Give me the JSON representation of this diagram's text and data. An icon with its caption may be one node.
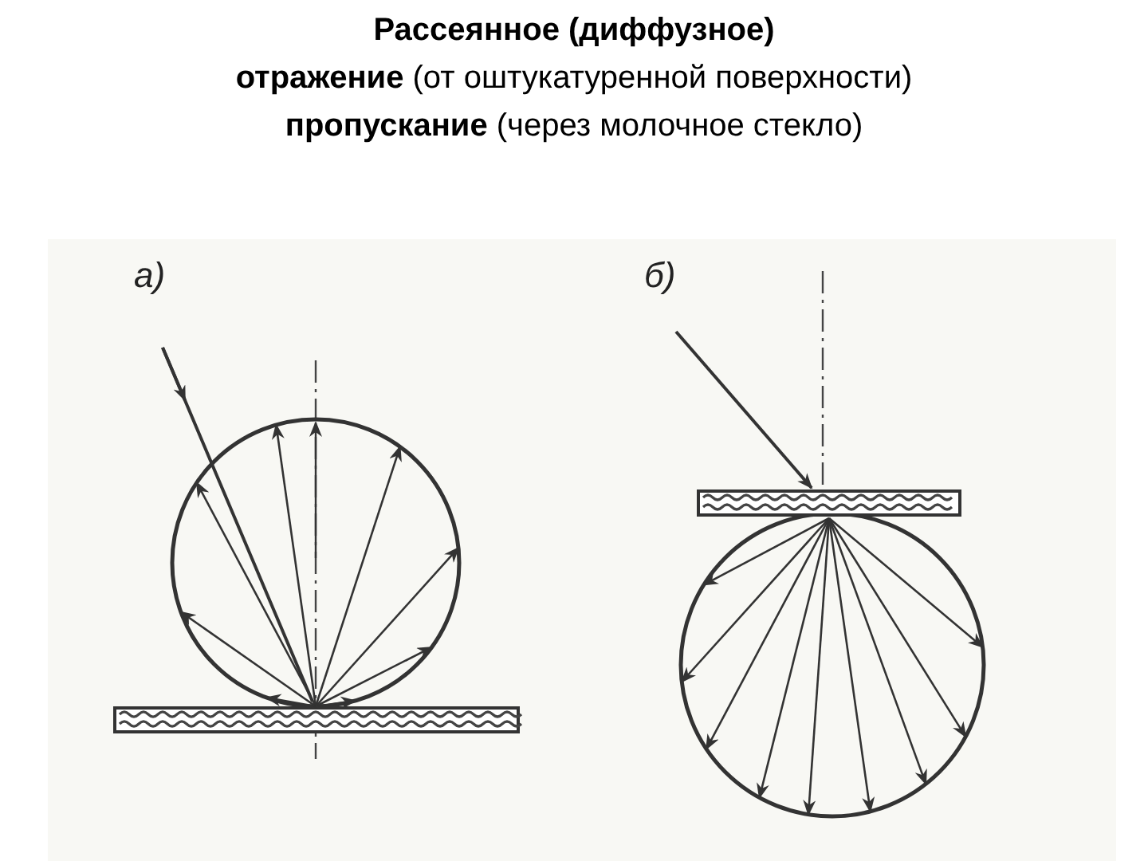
{
  "diagram": {
    "title": "Рассеянное (диффузное)",
    "labels": [
      "**отражение** (от оштукатуренной поверхности)",
      "**пропускание** (через молочное стекло)",
      "а)",
      "б)"
    ]
  }
}
